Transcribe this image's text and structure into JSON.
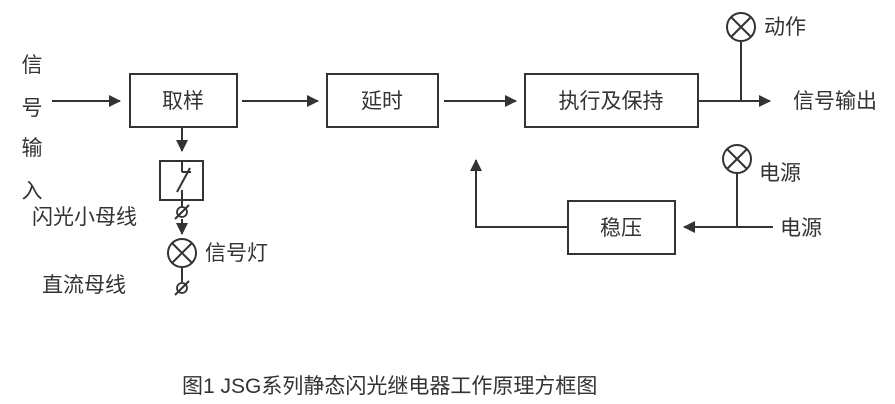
{
  "diagram": {
    "signal_input_chars": [
      "信",
      "号",
      "输",
      "入"
    ],
    "blocks": {
      "sampling": "取样",
      "delay": "延时",
      "execute_hold": "执行及保持",
      "regulator": "稳压"
    },
    "labels": {
      "flash_bus": "闪光小母线",
      "dc_bus": "直流母线",
      "signal_lamp": "信号灯",
      "action_lamp": "动作",
      "power_lamp": "电源",
      "signal_output": "信号输出",
      "power_source": "电源"
    },
    "colors": {
      "line": "#333333",
      "text": "#333333",
      "background": "#ffffff"
    }
  },
  "figure": {
    "caption": "图1 JSG系列静态闪光继电器工作原理方框图"
  }
}
